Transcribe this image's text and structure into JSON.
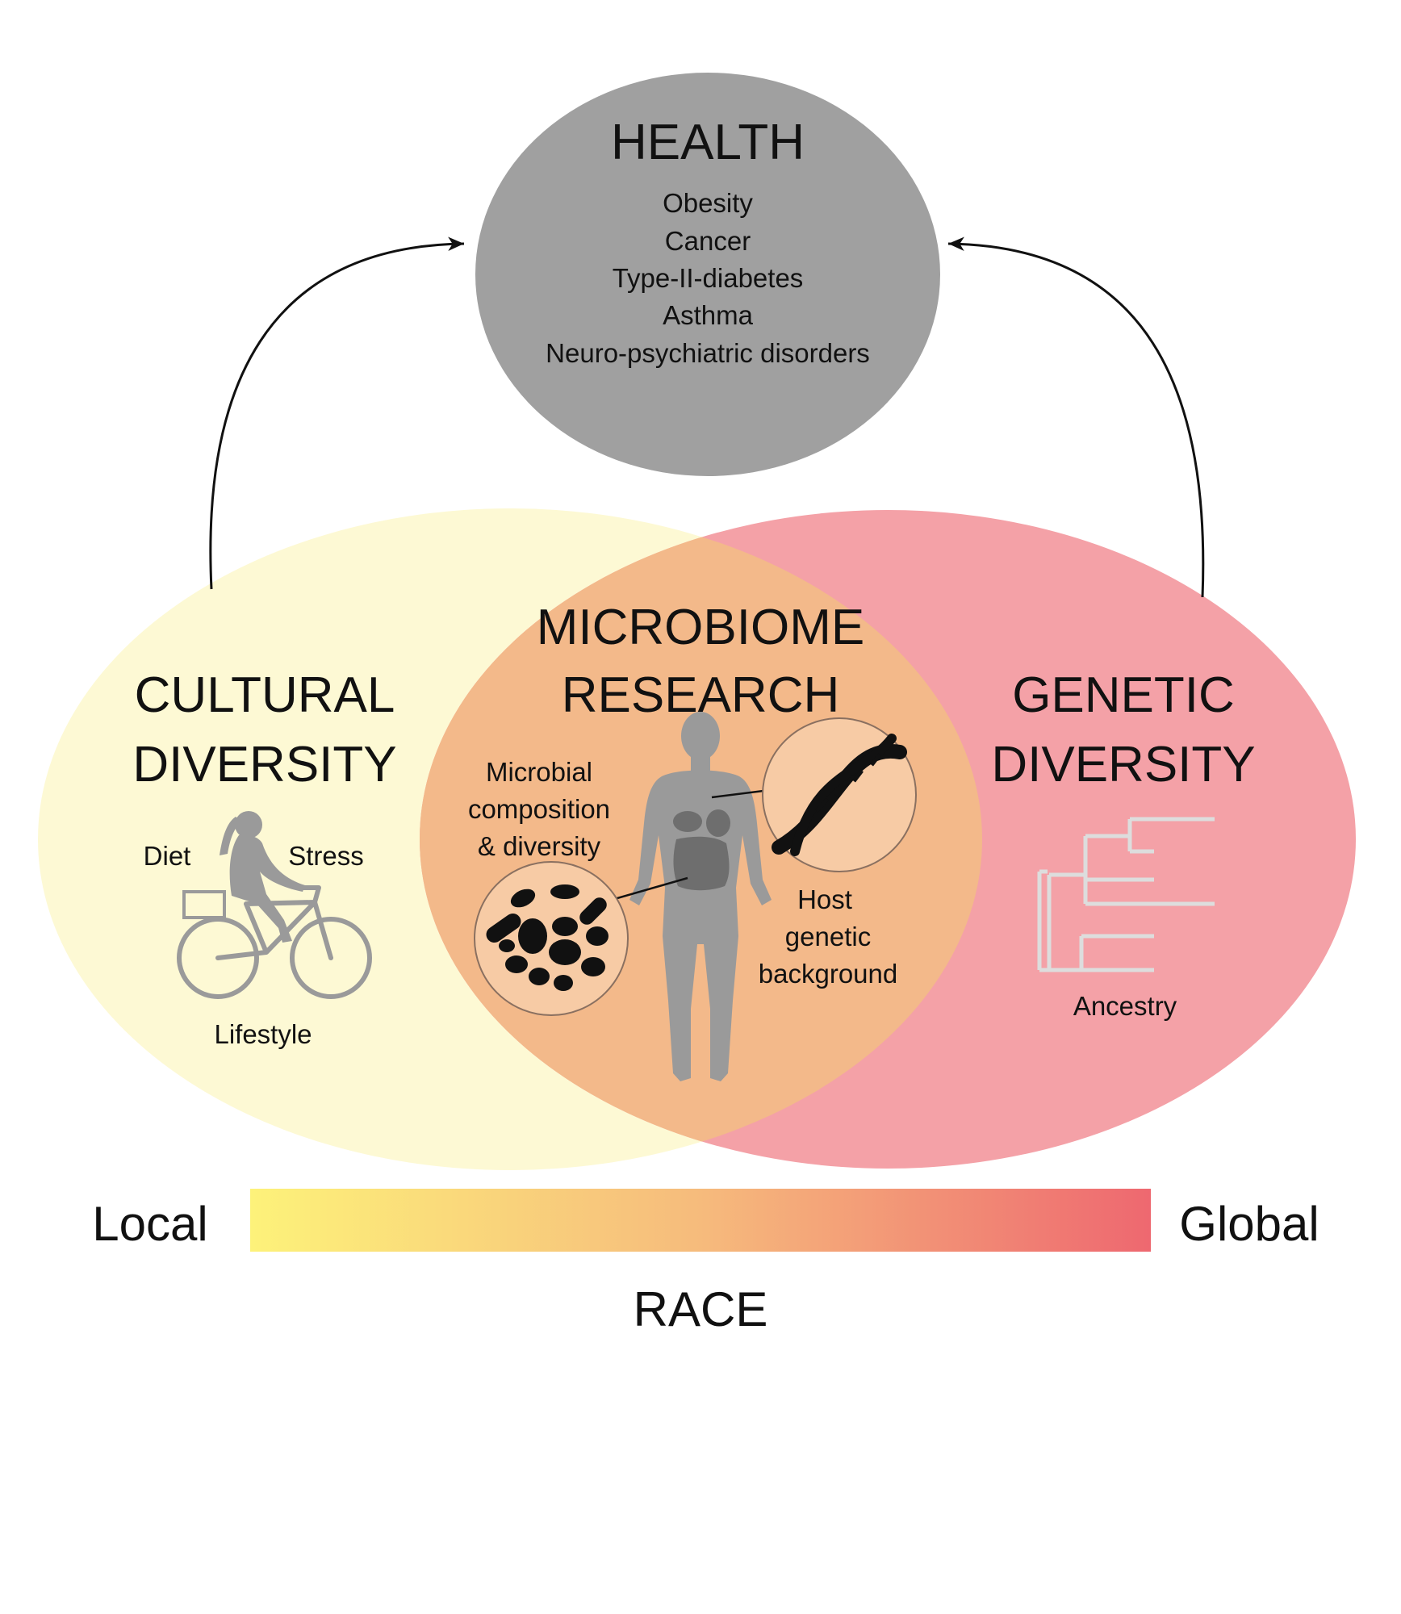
{
  "health": {
    "title": "HEALTH",
    "conditions": [
      "Obesity",
      "Cancer",
      "Type-II-diabetes",
      "Asthma",
      "Neuro-psychiatric disorders"
    ]
  },
  "cultural": {
    "title_line1": "CULTURAL",
    "title_line2": "DIVERSITY",
    "diet": "Diet",
    "stress": "Stress",
    "lifestyle": "Lifestyle"
  },
  "microbiome": {
    "title_line1": "MICROBIOME",
    "title_line2": "RESEARCH",
    "composition": [
      "Microbial",
      "composition",
      "& diversity"
    ],
    "host": [
      "Host",
      "genetic",
      "background"
    ]
  },
  "genetic": {
    "title_line1": "GENETIC",
    "title_line2": "DIVERSITY",
    "ancestry": "Ancestry"
  },
  "scale": {
    "left": "Local",
    "right": "Global",
    "label": "RACE"
  },
  "colors": {
    "health": "#a0a0a0",
    "cultural": "#fdf9d4",
    "genetic": "#f4a1a7",
    "overlap": "#f3b98a",
    "gradient_start": "#fdf27a",
    "gradient_mid": "#f6bb7c",
    "gradient_end": "#ee6870",
    "icon_gray": "#9a9a9a"
  },
  "icons": [
    "cyclist-silhouette-icon",
    "human-body-icon",
    "dna-helix-icon",
    "bacteria-icon",
    "phylogenetic-tree-icon"
  ]
}
